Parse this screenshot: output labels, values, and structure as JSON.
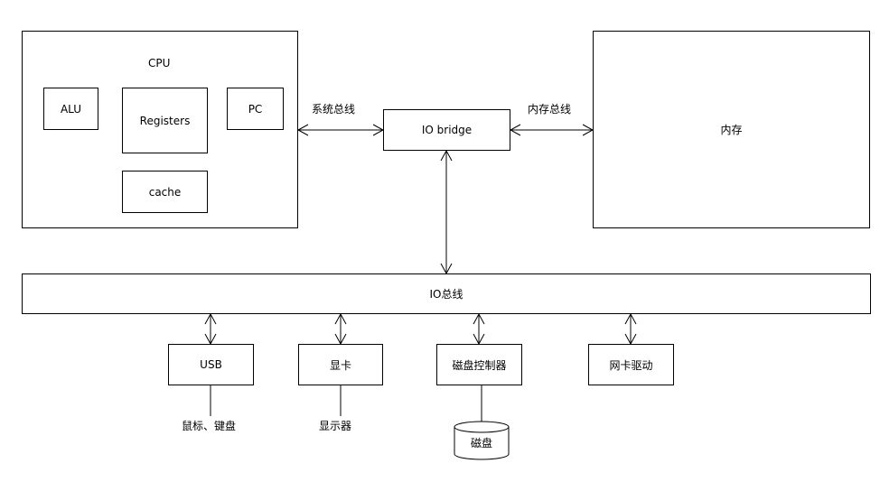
{
  "cpu": {
    "title": "CPU",
    "alu": "ALU",
    "registers": "Registers",
    "pc": "PC",
    "cache": "cache"
  },
  "io_bridge": "IO bridge",
  "memory": "内存",
  "system_bus": "系统总线",
  "memory_bus": "内存总线",
  "io_bus": "IO总线",
  "devices": {
    "usb": "USB",
    "graphics_card": "显卡",
    "disk_controller": "磁盘控制器",
    "nic_driver": "网卡驱动"
  },
  "peripherals": {
    "mouse_keyboard": "鼠标、键盘",
    "monitor": "显示器",
    "disk": "磁盘"
  }
}
